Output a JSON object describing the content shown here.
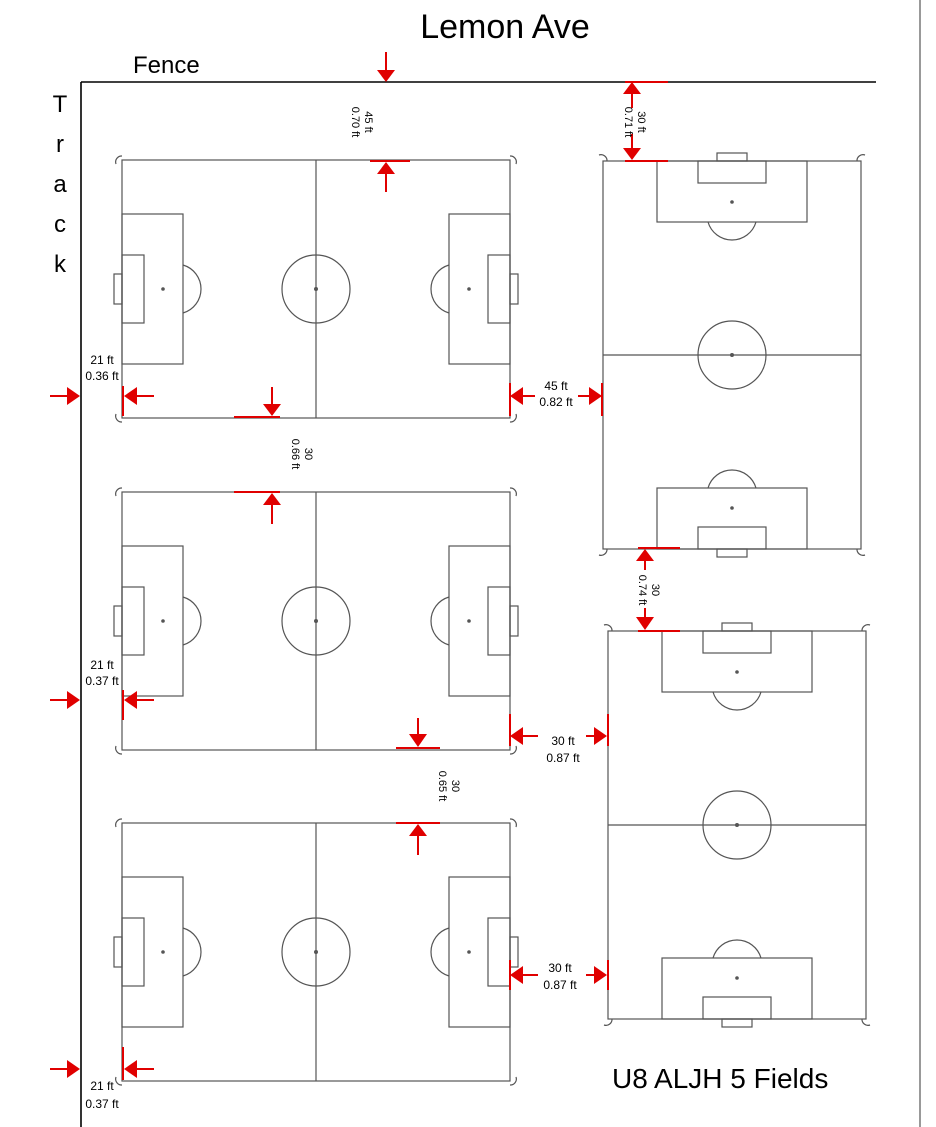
{
  "title": "Lemon Ave",
  "fence_label": "Fence",
  "track_letters": [
    "T",
    "r",
    "a",
    "c",
    "k"
  ],
  "footer_label": "U8 ALJH 5 Fields",
  "colors": {
    "arrow": "#e00000",
    "field_line": "#555555",
    "boundary": "#000000"
  },
  "measurements": {
    "top_field1": {
      "ft": "45 ft",
      "scaled": "0.70 ft"
    },
    "left_field1": {
      "ft": "21 ft",
      "scaled": "0.36 ft"
    },
    "field1_to_field4": {
      "ft": "45 ft",
      "scaled": "0.82 ft"
    },
    "field1_to_field2": {
      "ft": "30",
      "scaled": "0.66 ft"
    },
    "left_field2": {
      "ft": "21 ft",
      "scaled": "0.37 ft"
    },
    "field2_to_field5": {
      "ft": "30 ft",
      "scaled": "0.87 ft"
    },
    "field2_to_field3": {
      "ft": "30",
      "scaled": "0.65 ft"
    },
    "field3_to_field5": {
      "ft": "30 ft",
      "scaled": "0.87 ft"
    },
    "left_field3": {
      "ft": "21 ft",
      "scaled": "0.37 ft"
    },
    "top_field4": {
      "ft": "30 ft",
      "scaled": "0.71 ft"
    },
    "field4_to_field5": {
      "ft": "30",
      "scaled": "0.74 ft"
    }
  }
}
